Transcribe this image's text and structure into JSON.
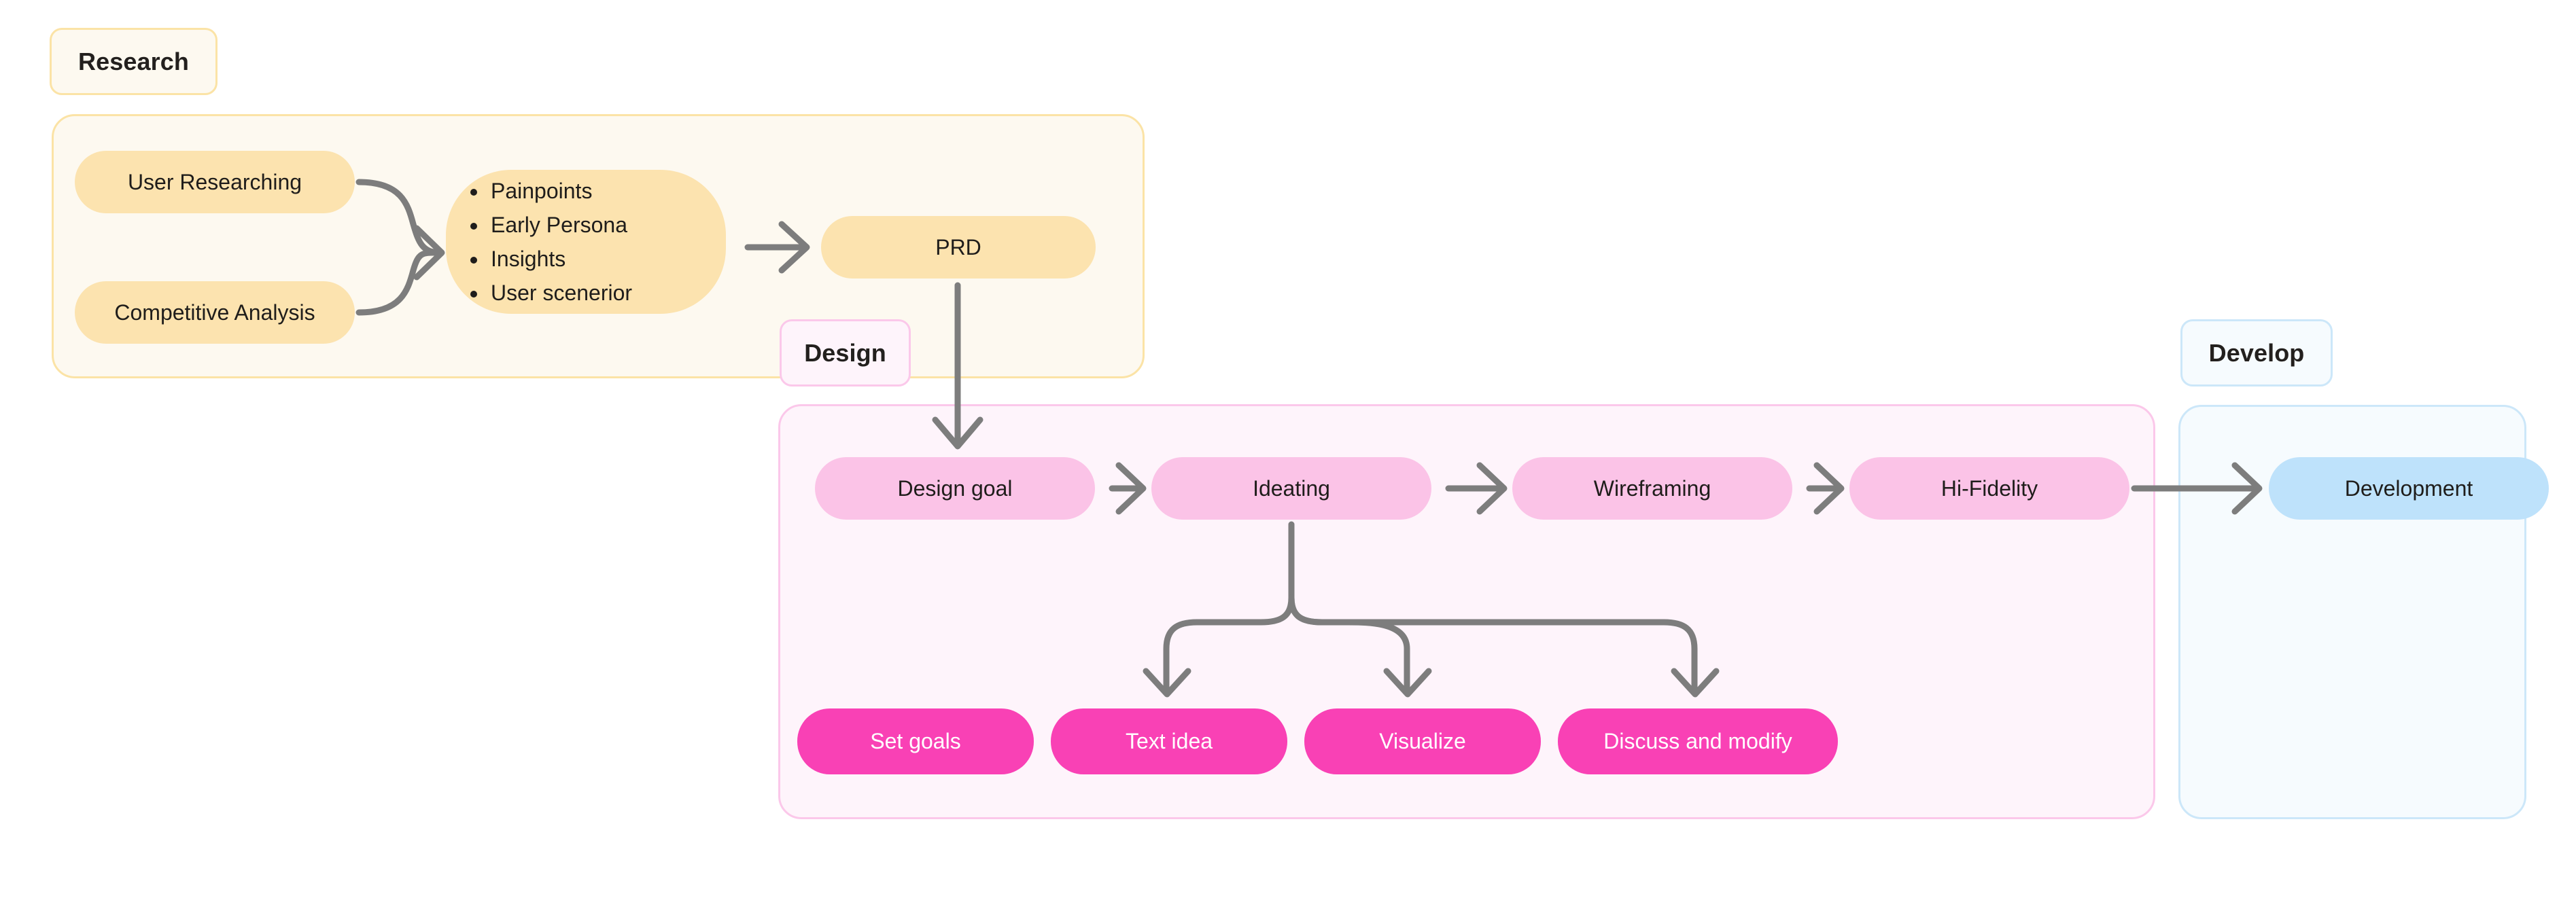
{
  "diagram": {
    "title_groups": [
      {
        "id": "research",
        "label": "Research",
        "accent": "#FBE3A6",
        "fill": "#FDF9F0"
      },
      {
        "id": "design",
        "label": "Design",
        "accent": "#FBC8EA",
        "fill": "#FEF4FB"
      },
      {
        "id": "develop",
        "label": "Develop",
        "accent": "#CCE7F9",
        "fill": "#F6FBFE"
      }
    ],
    "research": {
      "group_label": "Research",
      "inputs": [
        {
          "label": "User Researching"
        },
        {
          "label": "Competitive Analysis"
        }
      ],
      "outputs_bubble": {
        "items": [
          "Painpoints",
          "Early Persona",
          "Insights",
          "User scenerior"
        ]
      },
      "deliverable": {
        "label": "PRD"
      }
    },
    "design": {
      "group_label": "Design",
      "flow": [
        {
          "label": "Design goal"
        },
        {
          "label": "Ideating"
        },
        {
          "label": "Wireframing"
        },
        {
          "label": "Hi-Fidelity"
        }
      ],
      "ideating_substeps": [
        {
          "label": "Set goals"
        },
        {
          "label": "Text idea"
        },
        {
          "label": "Visualize"
        },
        {
          "label": "Discuss and modify"
        }
      ]
    },
    "develop": {
      "group_label": "Develop",
      "flow": [
        {
          "label": "Development"
        }
      ]
    },
    "colors": {
      "node_yellow": "#FCE3AF",
      "node_pink_soft": "#FBC3E7",
      "node_pink_strong": "#F941B5",
      "node_blue": "#BEE2FB",
      "arrow_gray": "#7D7D7D",
      "text_dark": "#1F1D1B",
      "text_on_pink": "#FFFFFF"
    }
  }
}
